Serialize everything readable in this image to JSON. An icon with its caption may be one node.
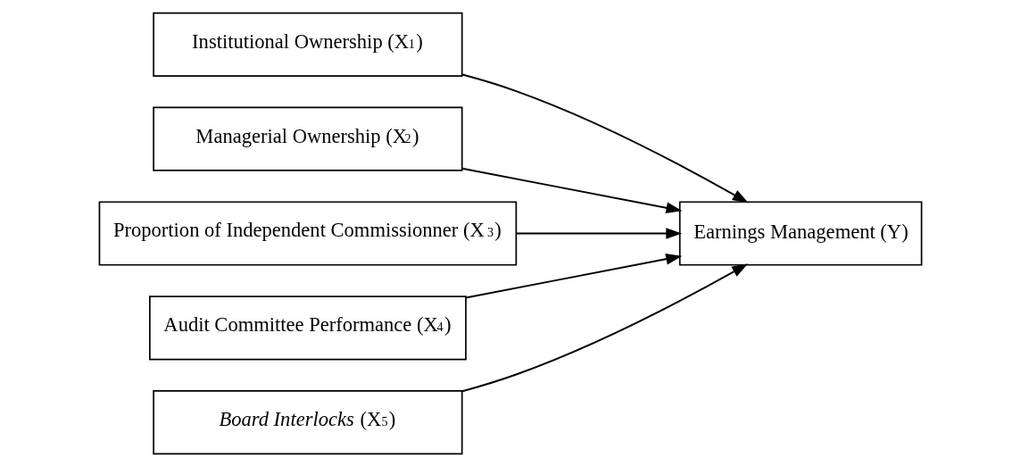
{
  "diagram": {
    "nodes": [
      {
        "text": [
          "Institutional Ownership (X$_{1}$)"
        ]
      },
      {
        "text": [
          "Managerial Ownership (X$_{2}$)"
        ]
      },
      {
        "text": [
          "Proportion of Independent Commissionner (X$_{3}$)"
        ]
      },
      {
        "text": [
          "Audit Committee Performance (X$_{4}$)"
        ]
      },
      {
        "text": [
          "*Board Interlocks* (X$_{5}$)"
        ]
      },
      {
        "text": [
          "Earnings Management (Y)"
        ]
      }
    ],
    "edges": [
      {
        "from": 0,
        "to": 5,
        "arrow": "to"
      },
      {
        "from": 1,
        "to": 5,
        "arrow": "to"
      },
      {
        "from": 2,
        "to": 5,
        "arrow": "to"
      },
      {
        "from": 3,
        "to": 5,
        "arrow": "to"
      },
      {
        "from": 4,
        "to": 5,
        "arrow": "to"
      }
    ]
  }
}
